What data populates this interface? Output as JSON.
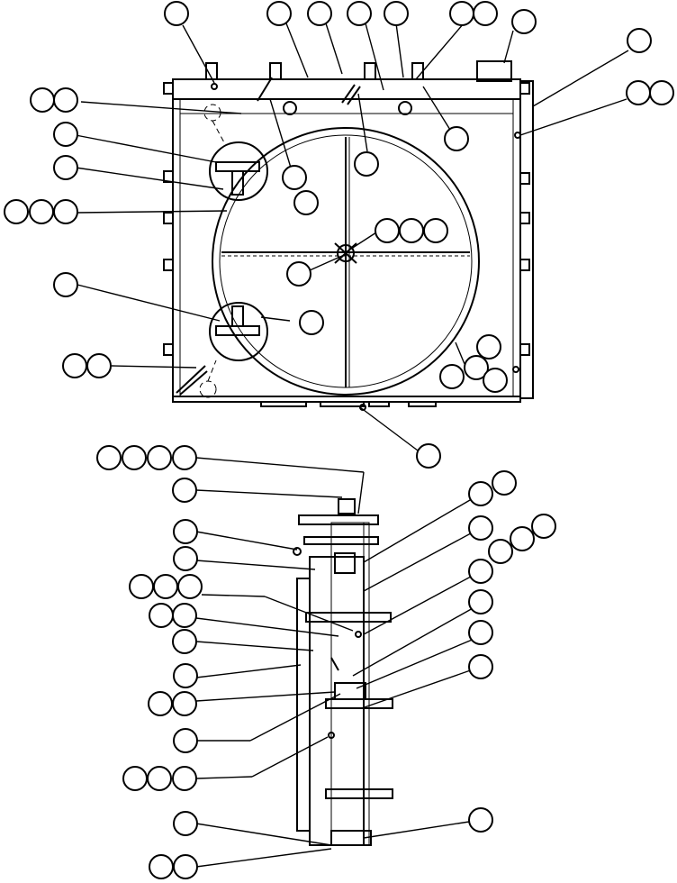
{
  "figure": {
    "kind": "exploded parts diagram",
    "views": [
      "front-view",
      "side-view"
    ],
    "callout_text": "",
    "colors": {
      "ink": "#000000",
      "paper": "#ffffff"
    }
  }
}
